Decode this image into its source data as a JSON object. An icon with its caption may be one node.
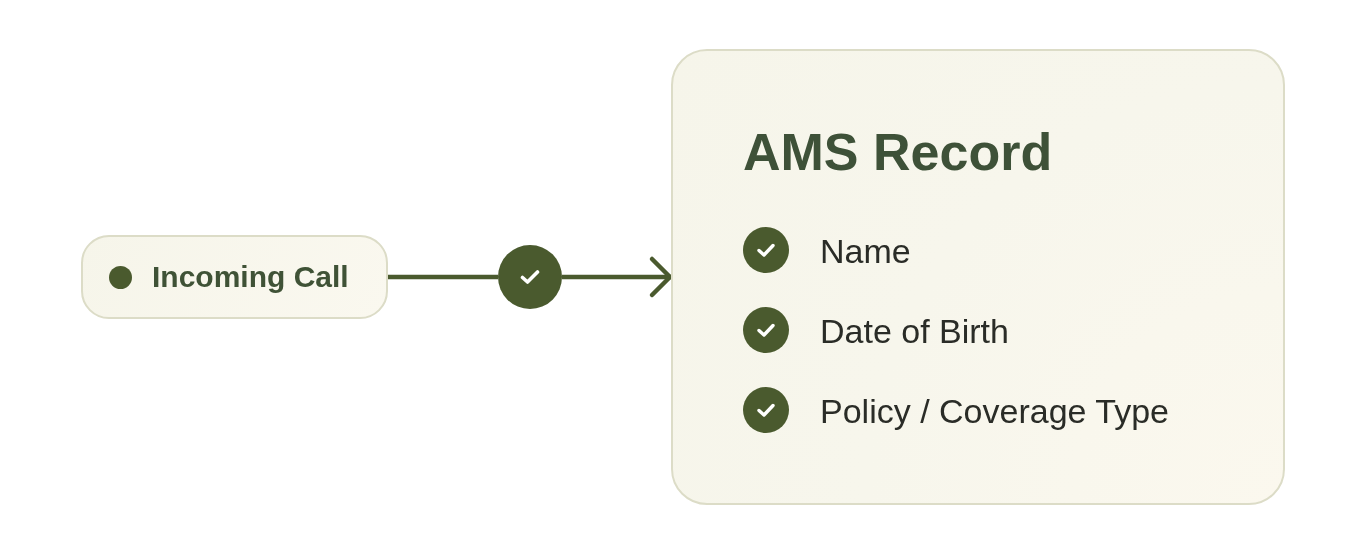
{
  "diagram": {
    "nodes": [
      {
        "text": [
          "Incoming Call"
        ]
      },
      {
        "text": [],
        "shape": "circle"
      },
      {
        "text": [
          "AMS Record",
          "Name",
          "Date of Birth",
          "Policy / Coverage Type"
        ]
      }
    ],
    "edges": [
      {
        "from": 0,
        "to": 1,
        "arrow": "none"
      },
      {
        "from": 1,
        "to": 2,
        "arrow": "to"
      }
    ]
  }
}
